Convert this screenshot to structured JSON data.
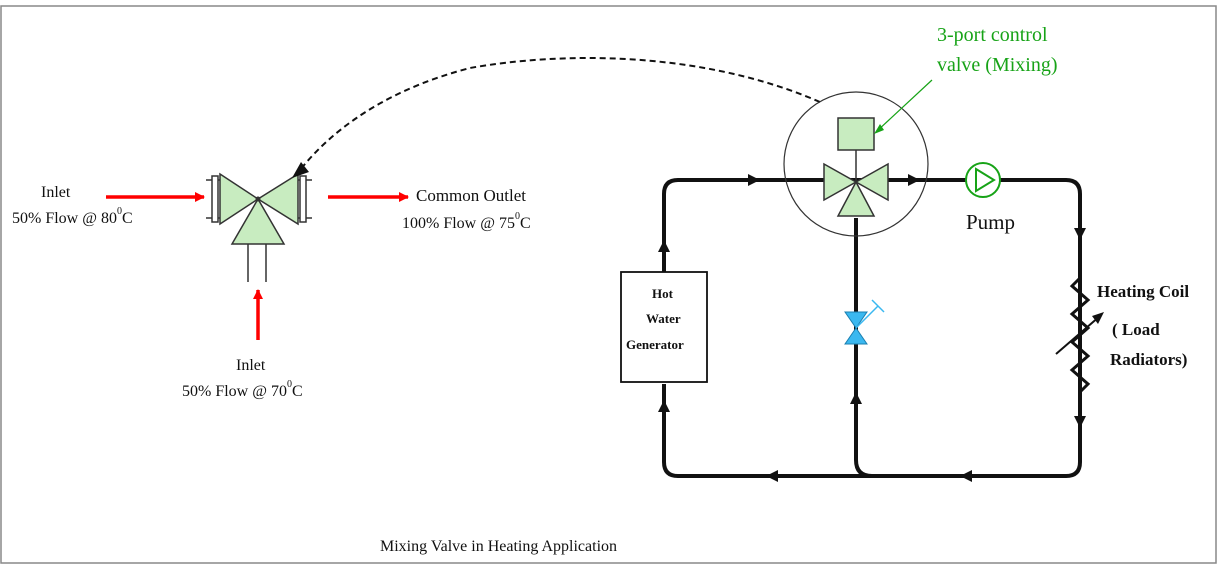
{
  "left_valve": {
    "inlet1_label": "Inlet",
    "inlet1_flow_prefix": "50% Flow @ 80",
    "inlet2_label": "Inlet",
    "inlet2_flow_prefix": "50% Flow @ 70",
    "outlet_label": "Common Outlet",
    "outlet_flow_prefix": "100% Flow @ 75",
    "degree_sup": "0",
    "unit": "C"
  },
  "circuit": {
    "callout_line1": "3-port control",
    "callout_line2": "valve (Mixing)",
    "pump_label": "Pump",
    "generator_line1": "Hot",
    "generator_line2": "Water",
    "generator_line3": "Generator",
    "coil_label": "Heating Coil",
    "load_line1": "( Load",
    "load_line2": "Radiators)"
  },
  "caption": "Mixing Valve in Heating Application",
  "colors": {
    "valve_fill": "#c8ecc0",
    "flow_arrow": "#ff0000",
    "callout_text": "#17a317",
    "balancing_valve": "#3ab8f0",
    "pump_stroke": "#17a317"
  },
  "icons": {
    "left_valve": "three-way-valve-icon",
    "control_valve": "three-port-valve-icon",
    "pump": "pump-icon",
    "heating_coil": "adjustable-resistor-coil-icon",
    "balancing_valve": "balancing-valve-icon"
  }
}
